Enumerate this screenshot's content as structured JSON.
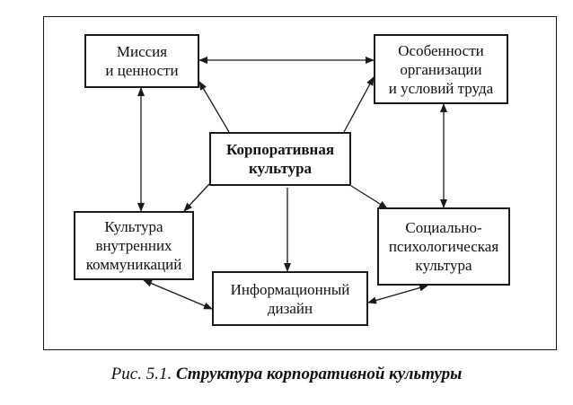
{
  "diagram": {
    "nodes": {
      "mission": "Миссия\nи ценности",
      "features": "Особенности\nорганизации\nи условий труда",
      "center": "Корпоративная\nкультура",
      "internal": "Культура\nвнутренних\nкоммуникаций",
      "social": "Социально-\nпсихологическая\nкультура",
      "info": "Информационный\nдизайн"
    },
    "edges": [
      {
        "from": "mission",
        "to": "features",
        "type": "bidirectional"
      },
      {
        "from": "mission",
        "to": "internal",
        "type": "bidirectional"
      },
      {
        "from": "features",
        "to": "social",
        "type": "bidirectional"
      },
      {
        "from": "internal",
        "to": "info",
        "type": "bidirectional"
      },
      {
        "from": "social",
        "to": "info",
        "type": "bidirectional"
      },
      {
        "from": "center",
        "to": "mission",
        "type": "directed"
      },
      {
        "from": "center",
        "to": "features",
        "type": "directed"
      },
      {
        "from": "center",
        "to": "internal",
        "type": "directed"
      },
      {
        "from": "center",
        "to": "social",
        "type": "directed"
      },
      {
        "from": "center",
        "to": "info",
        "type": "directed"
      }
    ]
  },
  "caption": {
    "prefix": "Рис. 5.1. ",
    "title": "Структура корпоративной культуры"
  }
}
